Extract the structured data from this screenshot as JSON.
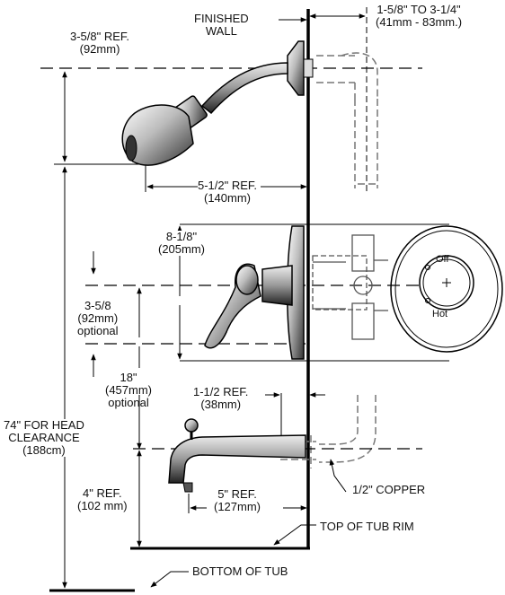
{
  "labels": {
    "finished_wall": "FINISHED\nWALL",
    "wall_offset": "1-5/8\" TO 3-1/4\"\n(41mm - 83mm.)",
    "arm_ref": "3-5/8\" REF.\n(92mm)",
    "head_reach": "5-1/2\" REF.\n(140mm)",
    "escutcheon_height": "8-1/8\"\n(205mm)",
    "valve_optional": "3-5/8\n(92mm)\noptional",
    "spout_optional": "18\"\n(457mm)\noptional",
    "spout_reach": "1-1/2 REF.\n(38mm)",
    "head_clearance": "74\" FOR HEAD\nCLEARANCE\n(188cm)",
    "spout_height": "4\" REF.\n(102 mm)",
    "spout_length": "5\" REF.\n(127mm)",
    "copper": "1/2\" COPPER",
    "tub_rim": "TOP OF TUB RIM",
    "tub_bottom": "BOTTOM OF TUB",
    "dial_off": "Off",
    "dial_hot": "Hot"
  }
}
